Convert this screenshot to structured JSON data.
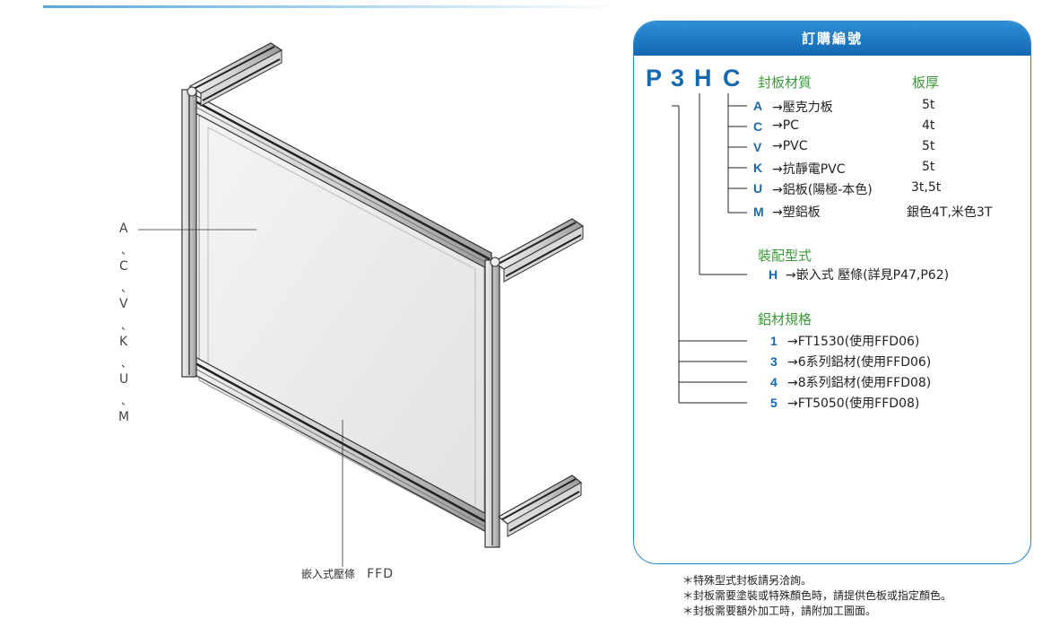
{
  "illustration": {
    "option_letters": [
      "A",
      "C",
      "V",
      "K",
      "U",
      "M"
    ],
    "separator": "、",
    "caption_cn": "嵌入式壓條",
    "caption_code": "FFD"
  },
  "order_panel": {
    "title": "訂購編號",
    "code_chars": [
      "P",
      "3",
      "H",
      "C"
    ],
    "material_section": {
      "label": "封板材質",
      "thickness_label": "板厚",
      "options": [
        {
          "code": "A",
          "desc": "→壓克力板",
          "thickness": "5t"
        },
        {
          "code": "C",
          "desc": "→PC",
          "thickness": "4t"
        },
        {
          "code": "V",
          "desc": "→PVC",
          "thickness": "5t"
        },
        {
          "code": "K",
          "desc": "→抗靜電PVC",
          "thickness": "5t"
        },
        {
          "code": "U",
          "desc": "→鋁板(陽極-本色)",
          "thickness": "3t,5t"
        },
        {
          "code": "M",
          "desc": "→塑鋁板",
          "thickness": "銀色4T,米色3T"
        }
      ]
    },
    "assembly_section": {
      "label": "裝配型式",
      "options": [
        {
          "code": "H",
          "desc": "→嵌入式 壓條(詳見P47,P62)"
        }
      ]
    },
    "profile_section": {
      "label": "鋁材規格",
      "options": [
        {
          "code": "1",
          "desc": "→FT1530(使用FFD06)"
        },
        {
          "code": "3",
          "desc": "→6系列鋁材(使用FFD06)"
        },
        {
          "code": "4",
          "desc": "→8系列鋁材(使用FFD08)"
        },
        {
          "code": "5",
          "desc": "→FT5050(使用FFD08)"
        }
      ]
    }
  },
  "notes": [
    "＊特殊型式封板請另洽詢。",
    "＊封板需要塗裝或特殊顏色時，請提供色板或指定顏色。",
    "＊封板需要額外加工時，請附加工圖面。"
  ],
  "colors": {
    "accent_blue": "#1668b0",
    "section_green": "#3a9a3a",
    "header_blue": "#1a72bd"
  }
}
